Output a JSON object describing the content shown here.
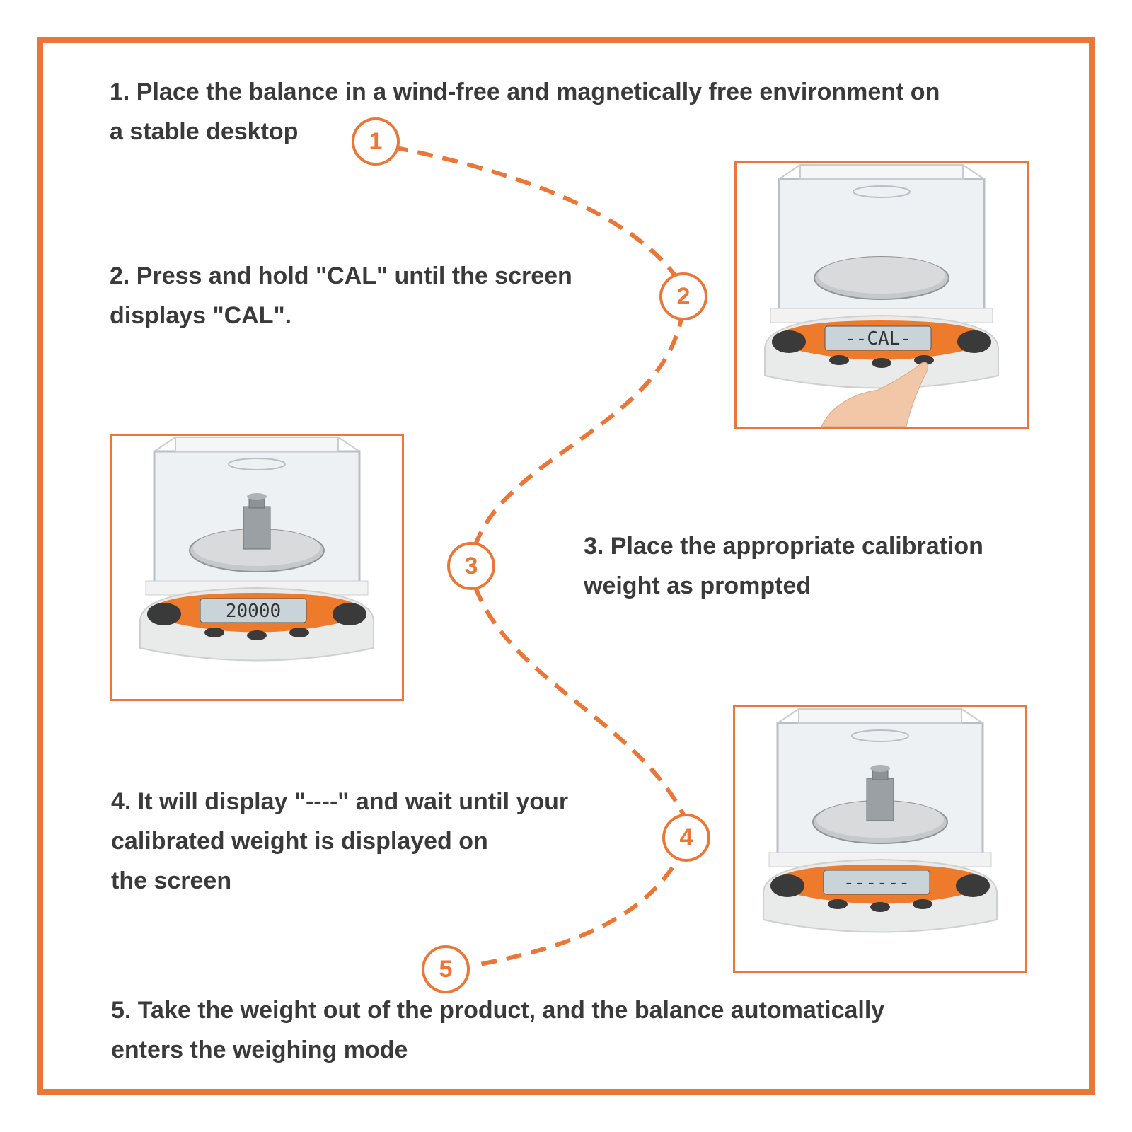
{
  "steps": [
    {
      "number": "1",
      "text_line1": "1. Place the balance in a wind-free and magnetically free environment on",
      "text_line2": "a stable desktop"
    },
    {
      "number": "2",
      "text_line1": "2. Press and hold \"CAL\" until the screen",
      "text_line2": "displays \"CAL\"."
    },
    {
      "number": "3",
      "text_line1": "3. Place the appropriate calibration",
      "text_line2": "weight as prompted"
    },
    {
      "number": "4",
      "text_line1": "4. It will display \"----\" and wait until your",
      "text_line2": "calibrated weight is displayed on",
      "text_line3": "the screen"
    },
    {
      "number": "5",
      "text_line1": "5. Take the weight out of the product, and the balance automatically",
      "text_line2": "enters the weighing mode"
    }
  ],
  "photos": {
    "cal": {
      "display": "--CAL-"
    },
    "weight": {
      "display": "20000"
    },
    "wait": {
      "display": "------"
    }
  },
  "colors": {
    "accent": "#ec7636",
    "text": "#3a3a3a"
  }
}
